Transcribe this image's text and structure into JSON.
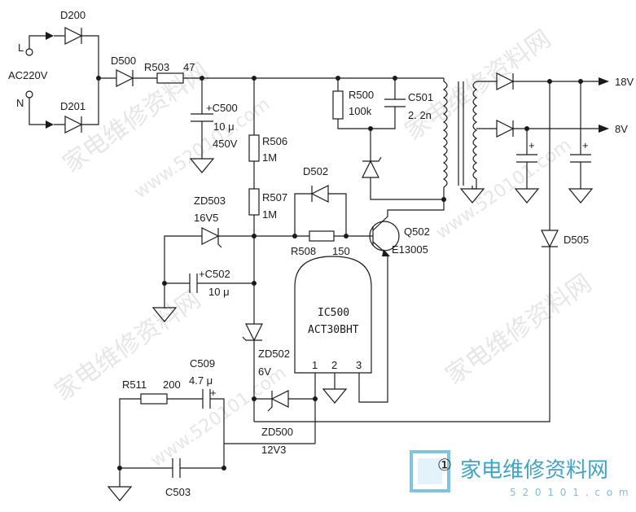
{
  "labels": {
    "d200": "D200",
    "d201": "D201",
    "d500": "D500",
    "l": "L",
    "n": "N",
    "ac": "AC220V",
    "r503": "R503",
    "r503v": "47",
    "c500": "+C500",
    "c500v": "10 μ",
    "c500w": "450V",
    "r500": "R500",
    "r500v": "100k",
    "c501": "C501",
    "c501v": "2. 2n",
    "r506": "R506",
    "r506v": "1M",
    "r507": "R507",
    "r507v": "1M",
    "d502": "D502",
    "zd503": "ZD503",
    "zd503v": "16V5",
    "r508": "R508",
    "r508v": "150",
    "q502": "Q502",
    "q502v": "E13005",
    "c502": "+C502",
    "c502v": "10 μ",
    "ic": "IC500",
    "icv": "ACT30BHT",
    "pin1": "1",
    "pin2": "2",
    "pin3": "3",
    "zd502": "ZD502",
    "zd502v": "6V",
    "c509": "C509",
    "c509v": "4.7 μ",
    "r511": "R511",
    "r511v": "200",
    "zd500": "ZD500",
    "zd500v": "12V3",
    "c503": "C503",
    "d505": "D505",
    "out18": "18V",
    "out8": "8V",
    "plus": "+",
    "figure": "①"
  },
  "watermarks": [
    "家电维修资料网",
    "www.520101.com"
  ],
  "logo": {
    "title": "家电维修资料网",
    "url": "5 2 0 1 0 1 . c o m"
  }
}
